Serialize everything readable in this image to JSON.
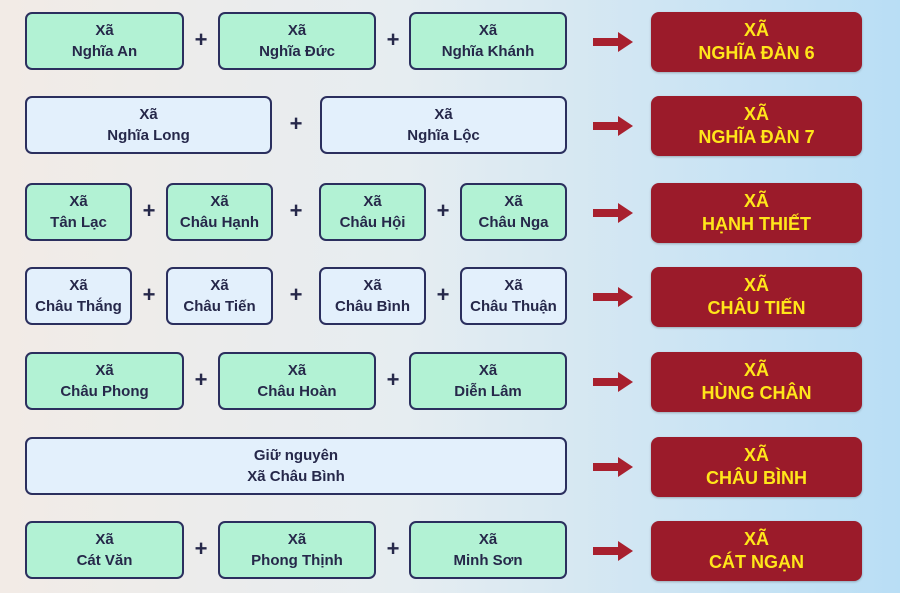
{
  "rows": [
    {
      "sources": [
        {
          "line1": "Xã",
          "line2": "Nghĩa An"
        },
        {
          "line1": "Xã",
          "line2": "Nghĩa Đức"
        },
        {
          "line1": "Xã",
          "line2": "Nghĩa Khánh"
        }
      ],
      "plus": "+",
      "result": {
        "line1": "XÃ",
        "line2": "NGHĨA ĐÀN 6"
      }
    },
    {
      "sources": [
        {
          "line1": "Xã",
          "line2": "Nghĩa Long"
        },
        {
          "line1": "Xã",
          "line2": "Nghĩa Lộc"
        }
      ],
      "plus": "+",
      "result": {
        "line1": "XÃ",
        "line2": "NGHĨA ĐÀN 7"
      }
    },
    {
      "sources": [
        {
          "line1": "Xã",
          "line2": "Tân Lạc"
        },
        {
          "line1": "Xã",
          "line2": "Châu Hạnh"
        },
        {
          "line1": "Xã",
          "line2": "Châu Hội"
        },
        {
          "line1": "Xã",
          "line2": "Châu Nga"
        }
      ],
      "plus": "+",
      "result": {
        "line1": "XÃ",
        "line2": "HẠNH THIẾT"
      }
    },
    {
      "sources": [
        {
          "line1": "Xã",
          "line2": "Châu Thắng"
        },
        {
          "line1": "Xã",
          "line2": "Châu Tiến"
        },
        {
          "line1": "Xã",
          "line2": "Châu Bình"
        },
        {
          "line1": "Xã",
          "line2": "Châu Thuận"
        }
      ],
      "plus": "+",
      "result": {
        "line1": "XÃ",
        "line2": "CHÂU TIẾN"
      }
    },
    {
      "sources": [
        {
          "line1": "Xã",
          "line2": "Châu Phong"
        },
        {
          "line1": "Xã",
          "line2": "Châu Hoàn"
        },
        {
          "line1": "Xã",
          "line2": "Diễn Lâm"
        }
      ],
      "plus": "+",
      "result": {
        "line1": "XÃ",
        "line2": "HÙNG CHÂN"
      }
    },
    {
      "sources": [
        {
          "line1": "Giữ nguyên",
          "line2": "Xã Châu Bình"
        }
      ],
      "result": {
        "line1": "XÃ",
        "line2": "CHÂU BÌNH"
      }
    },
    {
      "sources": [
        {
          "line1": "Xã",
          "line2": "Cát Văn"
        },
        {
          "line1": "Xã",
          "line2": "Phong Thịnh"
        },
        {
          "line1": "Xã",
          "line2": "Minh Sơn"
        }
      ],
      "plus": "+",
      "result": {
        "line1": "XÃ",
        "line2": "CÁT NGẠN"
      }
    }
  ],
  "colors": {
    "source_green": "#b2f2d4",
    "source_light": "#e3f0fc",
    "border": "#2b2f5e",
    "result_bg": "#9b1b2a",
    "result_text": "#ffe61a",
    "arrow": "#a8202e"
  }
}
